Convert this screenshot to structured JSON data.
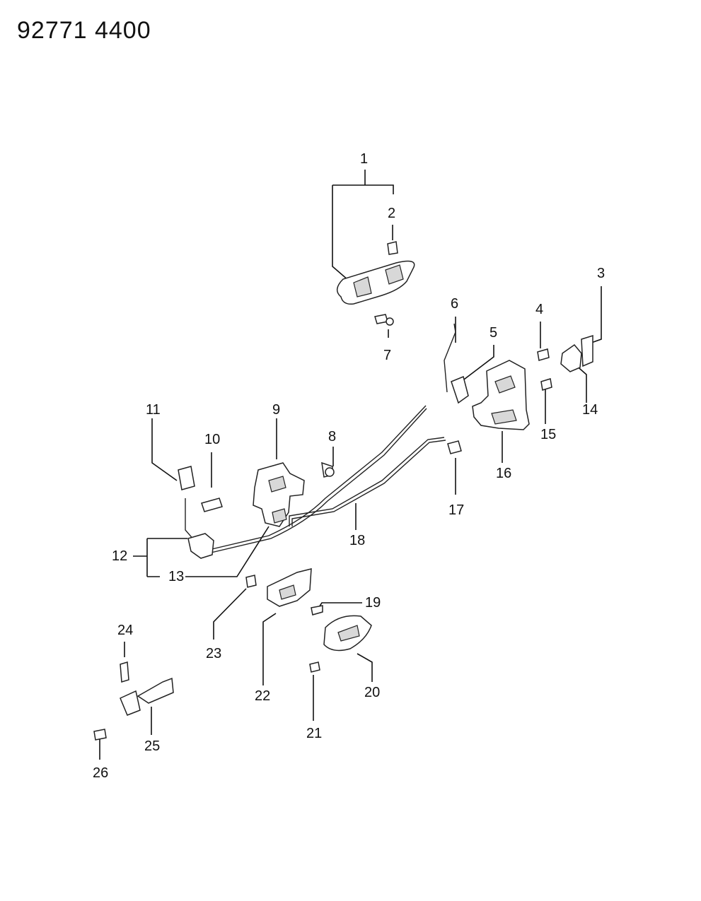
{
  "header": {
    "part_number": "92771 4400"
  },
  "callouts": {
    "c1": "1",
    "c2": "2",
    "c3": "3",
    "c4": "4",
    "c5": "5",
    "c6": "6",
    "c7": "7",
    "c8": "8",
    "c9": "9",
    "c10": "10",
    "c11": "11",
    "c12": "12",
    "c13": "13",
    "c14": "14",
    "c15": "15",
    "c16": "16",
    "c17": "17",
    "c18": "18",
    "c19": "19",
    "c20": "20",
    "c21": "21",
    "c22": "22",
    "c23": "23",
    "c24": "24",
    "c25": "25",
    "c26": "26"
  }
}
